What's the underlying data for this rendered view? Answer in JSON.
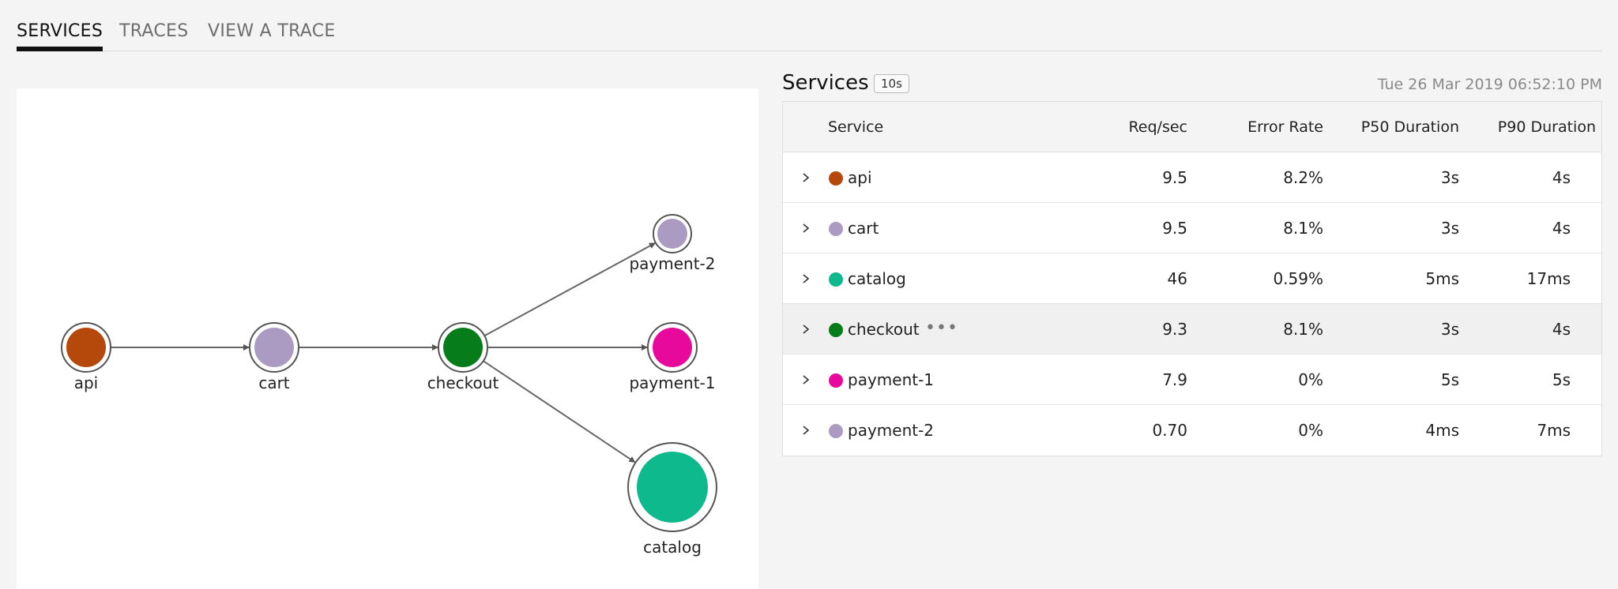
{
  "tabs": [
    {
      "label": "SERVICES",
      "active": true
    },
    {
      "label": "TRACES",
      "active": false
    },
    {
      "label": "VIEW A TRACE",
      "active": false
    }
  ],
  "graph": {
    "nodes": [
      {
        "id": "api",
        "label": "api",
        "color": "#b5490b",
        "size": "small"
      },
      {
        "id": "cart",
        "label": "cart",
        "color": "#ab9bc3",
        "size": "small"
      },
      {
        "id": "checkout",
        "label": "checkout",
        "color": "#077c1b",
        "size": "small"
      },
      {
        "id": "payment-2",
        "label": "payment-2",
        "color": "#ab9bc3",
        "size": "tiny"
      },
      {
        "id": "payment-1",
        "label": "payment-1",
        "color": "#e6099b",
        "size": "small"
      },
      {
        "id": "catalog",
        "label": "catalog",
        "color": "#0db98d",
        "size": "large"
      }
    ],
    "edges": [
      [
        "api",
        "cart"
      ],
      [
        "cart",
        "checkout"
      ],
      [
        "checkout",
        "payment-2"
      ],
      [
        "checkout",
        "payment-1"
      ],
      [
        "checkout",
        "catalog"
      ]
    ]
  },
  "services": {
    "title": "Services",
    "refresh_badge": "10s",
    "timestamp": "Tue 26 Mar 2019 06:52:10 PM",
    "columns": {
      "service": "Service",
      "req_sec": "Req/sec",
      "error_rate": "Error Rate",
      "p50": "P50 Duration",
      "p90": "P90 Duration"
    },
    "more_icon": "•••",
    "rows": [
      {
        "name": "api",
        "color": "#b5490b",
        "req_sec": "9.5",
        "error_rate": "8.2%",
        "p50": "3s",
        "p90": "4s"
      },
      {
        "name": "cart",
        "color": "#ab9bc3",
        "req_sec": "9.5",
        "error_rate": "8.1%",
        "p50": "3s",
        "p90": "4s"
      },
      {
        "name": "catalog",
        "color": "#0db98d",
        "req_sec": "46",
        "error_rate": "0.59%",
        "p50": "5ms",
        "p90": "17ms"
      },
      {
        "name": "checkout",
        "color": "#077c1b",
        "req_sec": "9.3",
        "error_rate": "8.1%",
        "p50": "3s",
        "p90": "4s",
        "hovered": true
      },
      {
        "name": "payment-1",
        "color": "#e6099b",
        "req_sec": "7.9",
        "error_rate": "0%",
        "p50": "5s",
        "p90": "5s"
      },
      {
        "name": "payment-2",
        "color": "#ab9bc3",
        "req_sec": "0.70",
        "error_rate": "0%",
        "p50": "4ms",
        "p90": "7ms"
      }
    ]
  }
}
